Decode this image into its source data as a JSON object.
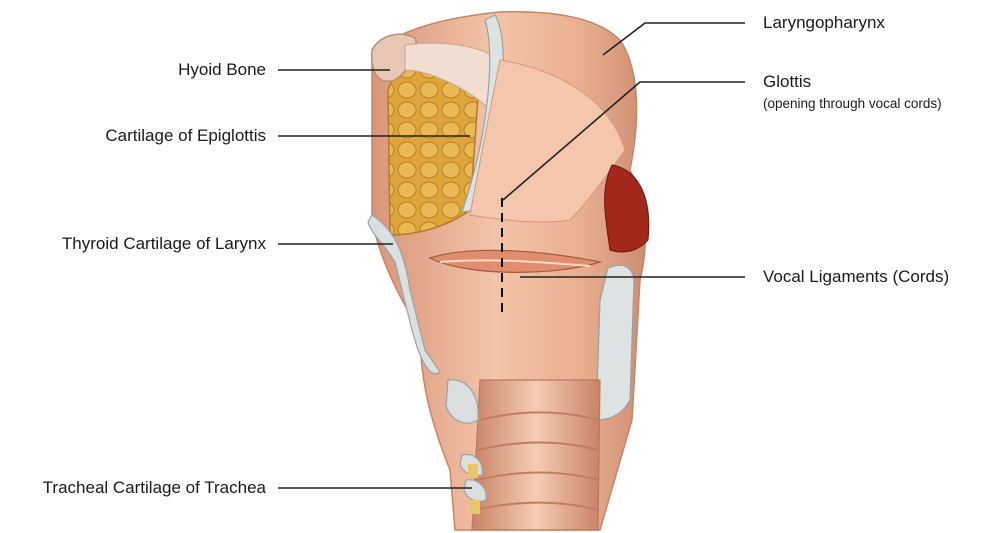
{
  "labels": {
    "hyoid_bone": "Hyoid Bone",
    "epiglottis": "Cartilage of Epiglottis",
    "thyroid_cartilage": "Thyroid Cartilage of Larynx",
    "tracheal_cartilage": "Tracheal Cartilage of Trachea",
    "laryngopharynx": "Laryngopharynx",
    "glottis": "Glottis",
    "glottis_note": "(opening through vocal cords)",
    "vocal_ligaments": "Vocal Ligaments (Cords)"
  },
  "colors": {
    "tissue": "#eeb595",
    "tissue_dark": "#d9957a",
    "tissue_light": "#f7d3bd",
    "cartilage": "#d8dcdd",
    "fat": "#e1a93e",
    "muscle_red": "#a2281c",
    "leader_line": "#222222"
  }
}
